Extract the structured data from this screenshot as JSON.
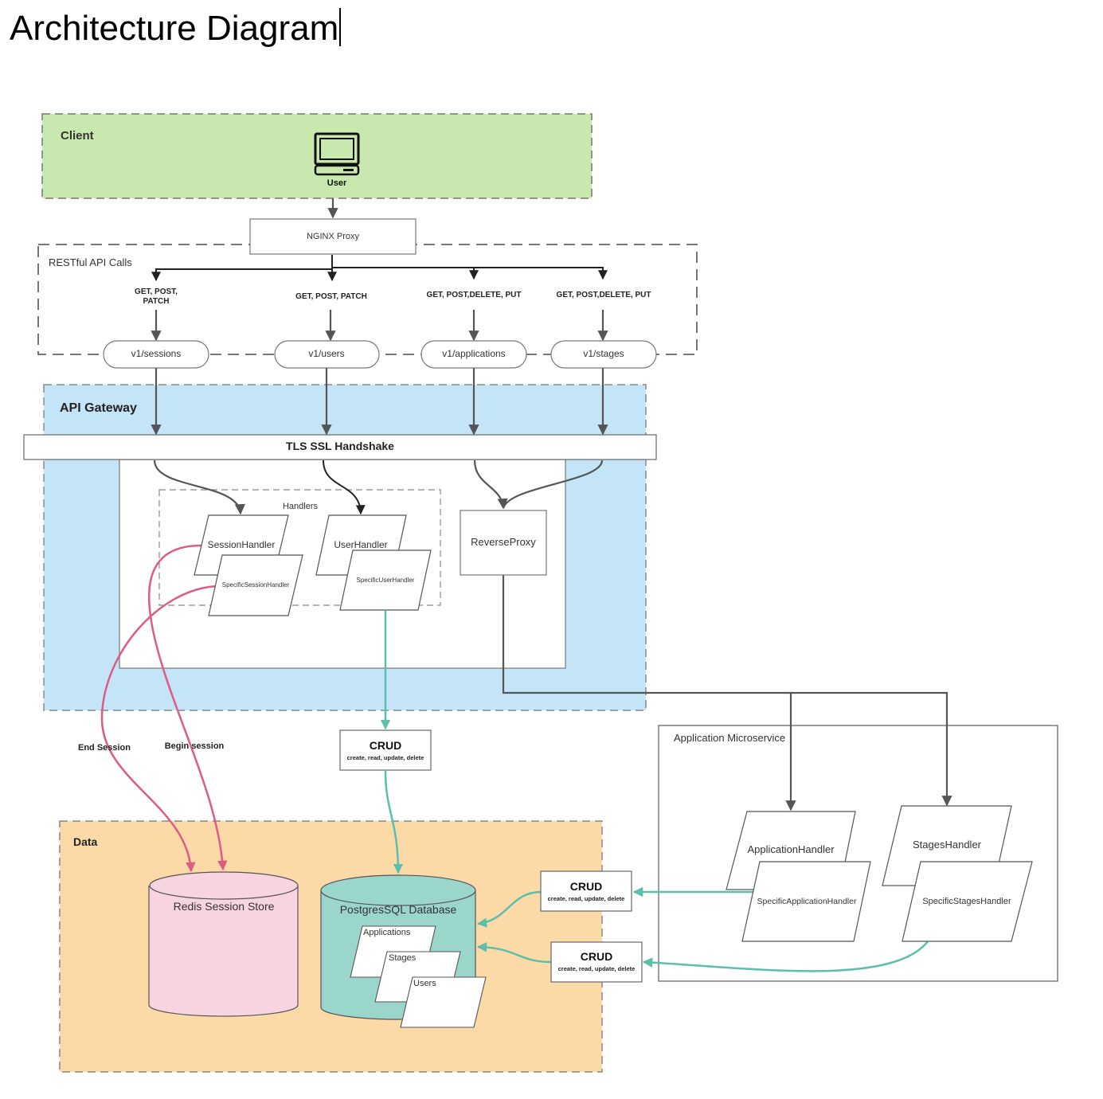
{
  "title": "Architecture Diagram",
  "client": {
    "label": "Client",
    "user_label": "User"
  },
  "proxy": {
    "label": "NGINX Proxy"
  },
  "restful": {
    "label": "RESTful API Calls",
    "methods": {
      "sessions_line1": "GET, POST,",
      "sessions_line2": "PATCH",
      "users": "GET, POST, PATCH",
      "applications": "GET, POST,DELETE, PUT",
      "stages": "GET, POST,DELETE, PUT"
    },
    "endpoints": {
      "sessions": "v1/sessions",
      "users": "v1/users",
      "applications": "v1/applications",
      "stages": "v1/stages"
    }
  },
  "gateway": {
    "label": "API Gateway",
    "tls": "TLS SSL Handshake",
    "handlers_label": "Handlers",
    "session_handler": "SessionHandler",
    "specific_session_handler": "SpecificSessionHandler",
    "user_handler": "UserHandler",
    "specific_user_handler": "SpecificUserHandler",
    "reverse_proxy": "ReverseProxy"
  },
  "edges": {
    "end_session": "End Session",
    "begin_session": "Begin session"
  },
  "crud": {
    "title": "CRUD",
    "subtitle": "create, read, update, delete"
  },
  "microservice": {
    "label": "Application Microservice",
    "application_handler": "ApplicationHandler",
    "specific_application_handler": "SpecificApplicationHandler",
    "stages_handler": "StagesHandler",
    "specific_stages_handler": "SpecificStagesHandler"
  },
  "data": {
    "label": "Data",
    "redis": "Redis Session Store",
    "postgres": "PostgresSQL Database",
    "tables": {
      "applications": "Applications",
      "stages": "Stages",
      "users": "Users"
    }
  },
  "colors": {
    "client_fill": "#c8e8ae",
    "gateway_fill": "#c4e4f7",
    "data_fill": "#fcdaa8",
    "redis_fill": "#f8d3e0",
    "postgres_fill": "#9bd6cc",
    "pink_edge": "#dd5c86",
    "teal_edge": "#5cbfae"
  }
}
